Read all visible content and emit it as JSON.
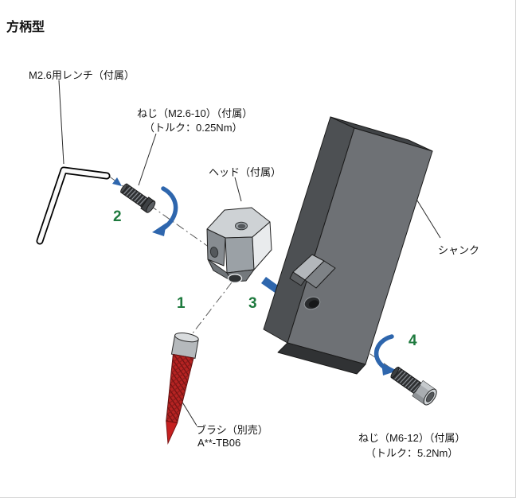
{
  "title": "方柄型",
  "parts": {
    "wrench": {
      "label": "M2.6用レンチ（付属）"
    },
    "small_screw": {
      "label": "ねじ（M2.6-10）（付属）",
      "torque": "（トルク：0.25Nm）"
    },
    "head": {
      "label": "ヘッド（付属）"
    },
    "shank": {
      "label": "シャンク"
    },
    "brush": {
      "label": "ブラシ（別売）",
      "model": "A**-TB06"
    },
    "large_screw": {
      "label": "ねじ（M6-12）（付属）",
      "torque": "（トルク：5.2Nm）"
    }
  },
  "steps": {
    "s1": "1",
    "s2": "2",
    "s3": "3",
    "s4": "4"
  },
  "colors": {
    "step_number_green": "#1e7a3e",
    "arrow_blue": "#2e66ad",
    "brush_red": "#b72322",
    "shank_gray": "#6e7175"
  }
}
